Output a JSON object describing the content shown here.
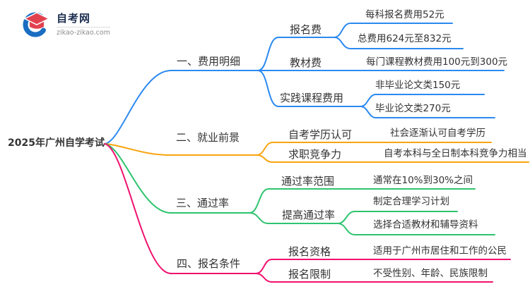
{
  "logo": {
    "name": "自考网",
    "domain": "zikao-zikao.com",
    "icon": "graduation-cap-icon"
  },
  "root": {
    "label": "2025年广州自学考试"
  },
  "branches": [
    {
      "label": "一、费用明细",
      "color": "#2b89f0",
      "children": [
        {
          "label": "报名费",
          "children": [
            {
              "label": "每科报名费用52元"
            },
            {
              "label": "总费用624元至832元"
            }
          ]
        },
        {
          "label": "教材费",
          "children": [
            {
              "label": "每门课程教材费用100元到300元"
            }
          ]
        },
        {
          "label": "实践课程费用",
          "children": [
            {
              "label": "非毕业论文类150元"
            },
            {
              "label": "毕业论文类270元"
            }
          ]
        }
      ]
    },
    {
      "label": "二、就业前景",
      "color": "#f8a410",
      "children": [
        {
          "label": "自考学历认可",
          "children": [
            {
              "label": "社会逐渐认可自考学历"
            }
          ]
        },
        {
          "label": "求职竞争力",
          "children": [
            {
              "label": "自考本科与全日制本科竞争力相当"
            }
          ]
        }
      ]
    },
    {
      "label": "三、通过率",
      "color": "#2ec46e",
      "children": [
        {
          "label": "通过率范围",
          "children": [
            {
              "label": "通常在10%到30%之间"
            }
          ]
        },
        {
          "label": "提高通过率",
          "children": [
            {
              "label": "制定合理学习计划"
            },
            {
              "label": "选择合适教材和辅导资料"
            }
          ]
        }
      ]
    },
    {
      "label": "四、报名条件",
      "color": "#f0116e",
      "children": [
        {
          "label": "报名资格",
          "children": [
            {
              "label": "适用于广州市居住和工作的公民"
            }
          ]
        },
        {
          "label": "报名限制",
          "children": [
            {
              "label": "不受性别、年龄、民族限制"
            }
          ]
        }
      ]
    }
  ],
  "colors": {
    "text": "#333333",
    "branch_blue": "#2b89f0",
    "branch_orange": "#f8a410",
    "branch_green": "#2ec46e",
    "branch_pink": "#f0116e",
    "logo_blue": "#1a6ec2",
    "logo_red": "#e2414e",
    "logo_navy": "#1c2d4e"
  }
}
